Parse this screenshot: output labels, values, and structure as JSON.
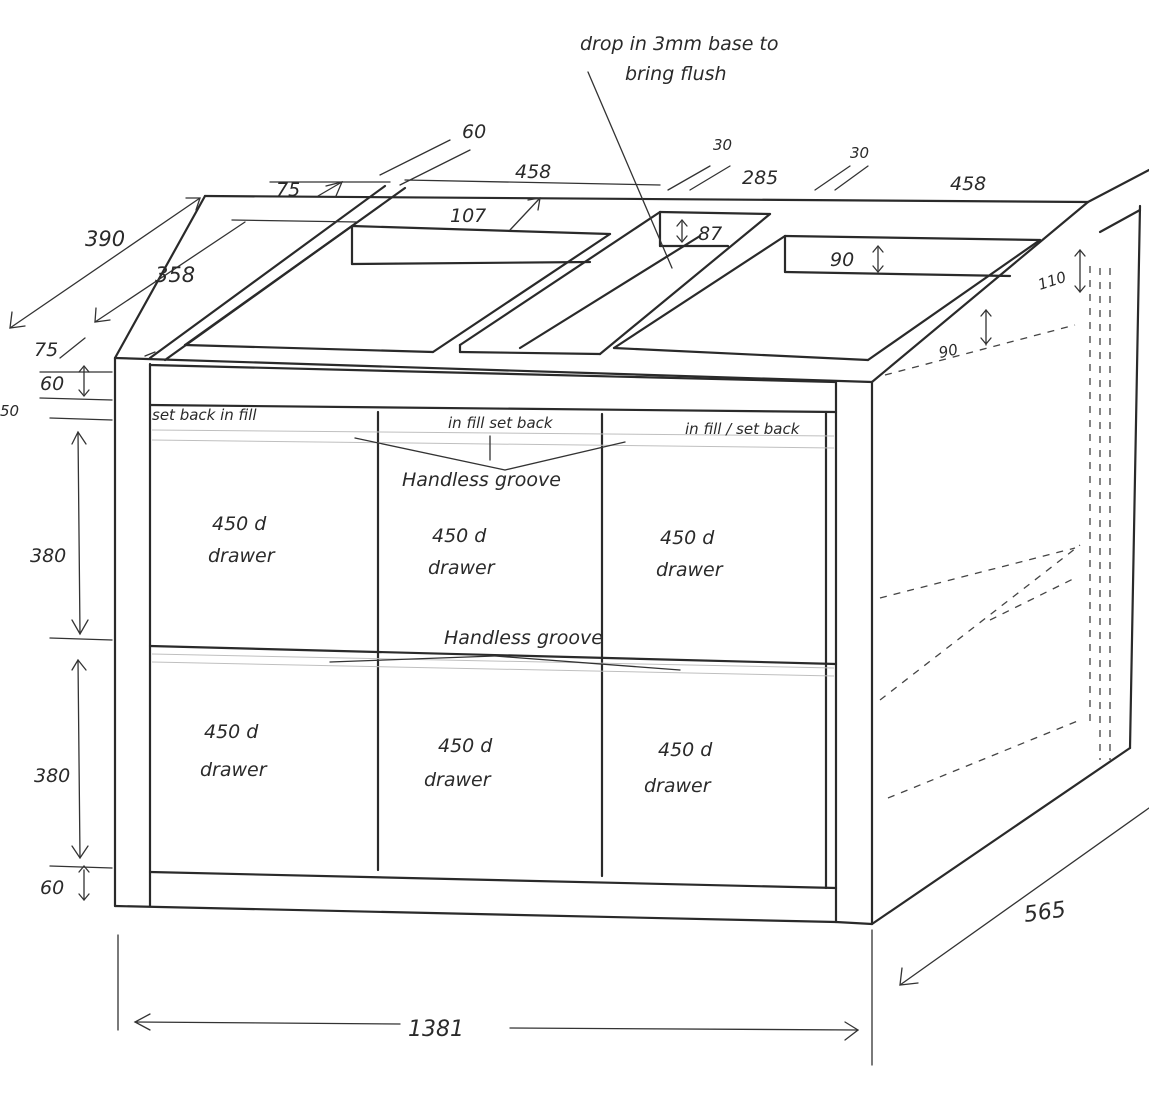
{
  "annotations": {
    "drop_note_line1": "drop in 3mm base to",
    "drop_note_line2": "bring flush",
    "infill_left": "set back in fill",
    "infill_mid": "in fill set back",
    "infill_right": "in fill / set back",
    "handless_groove_top": "Handless groove",
    "handless_groove_mid": "Handless groove"
  },
  "drawers": {
    "top_row": [
      {
        "line1": "450 d",
        "line2": "drawer"
      },
      {
        "line1": "450 d",
        "line2": "drawer"
      },
      {
        "line1": "450 d",
        "line2": "drawer"
      }
    ],
    "bottom_row": [
      {
        "line1": "450 d",
        "line2": "drawer"
      },
      {
        "line1": "450 d",
        "line2": "drawer"
      },
      {
        "line1": "450 d",
        "line2": "drawer"
      }
    ]
  },
  "dimensions": {
    "width": "1381",
    "depth": "565",
    "top_depth_390": "390",
    "top_depth_358": "358",
    "top_front_rail": "75",
    "top_back_rail": "75",
    "top_rail_60": "60",
    "left_opening": "458",
    "right_opening": "458",
    "mid_opening": "285",
    "mid_rail_left": "30",
    "mid_rail_right": "30",
    "opening_107": "107",
    "opening_87": "87",
    "opening_90_top": "90",
    "opening_110": "110",
    "opening_90_side": "90",
    "front_top_rail": "60",
    "setback_50": "50",
    "drawer_height_top": "380",
    "drawer_height_bottom": "380",
    "plinth": "60"
  }
}
